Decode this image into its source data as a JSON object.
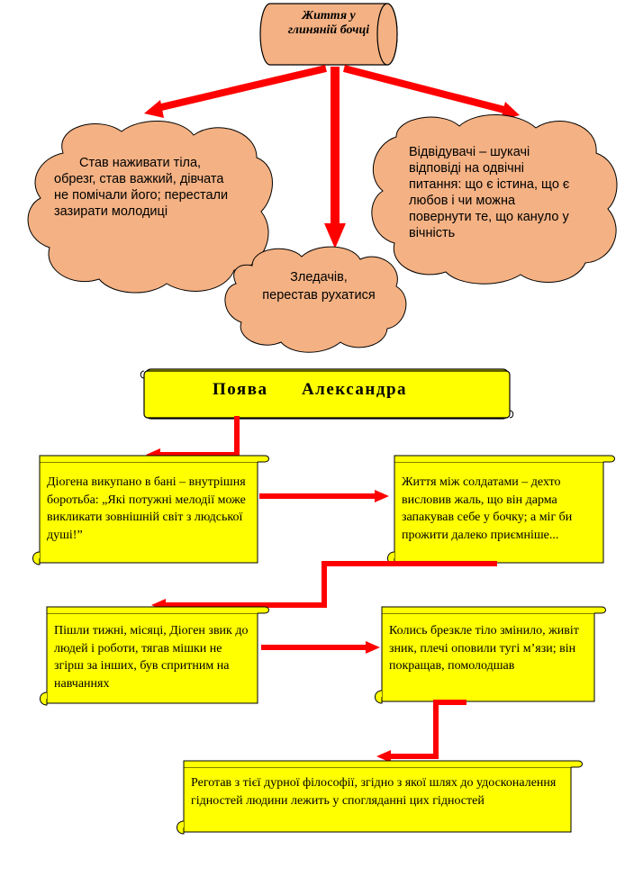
{
  "colors": {
    "cloud_fill": "#f4b183",
    "scroll_fill": "#ffff00",
    "arrow": "#ff0000",
    "outline": "#000000"
  },
  "title_cylinder": {
    "text": "Життя у глиняній бочці"
  },
  "clouds": {
    "left": "Став наживати тіла, обрезг, став важкий, дівчата не помічали його; перестали зазирати молодиці",
    "middle": "Зледачів, перестав рухатися",
    "right": "Відвідувачі – шукачі відповіді на одвічні питання: що є істина, що є любов і чи можна повернути те, що кануло у вічність"
  },
  "banner": {
    "text": "Поява      Александра"
  },
  "scrolls": {
    "s1": "Діогена викупано в бані – внутрішня боротьба: „Які потужні мелодії може викликати зовнішній світ з людської душі!”",
    "s2": "Життя між солдатами – дехто висловив жаль, що він дарма запакував себе у бочку; а міг би прожити далеко приємніше...",
    "s3": "Пішли тижні, місяці, Діоген звик до людей і роботи, тягав мішки не згірш за інших, був спритним на навчаннях",
    "s4": "Колись брезкле тіло змінило, живіт зник, плечі оповили тугі м’язи; він покращав, помолодшав",
    "s5": "Реготав з тієї дурної філософії, згідно з якої шлях до удосконалення гідностей людини лежить у спогляданні цих гідностей"
  }
}
